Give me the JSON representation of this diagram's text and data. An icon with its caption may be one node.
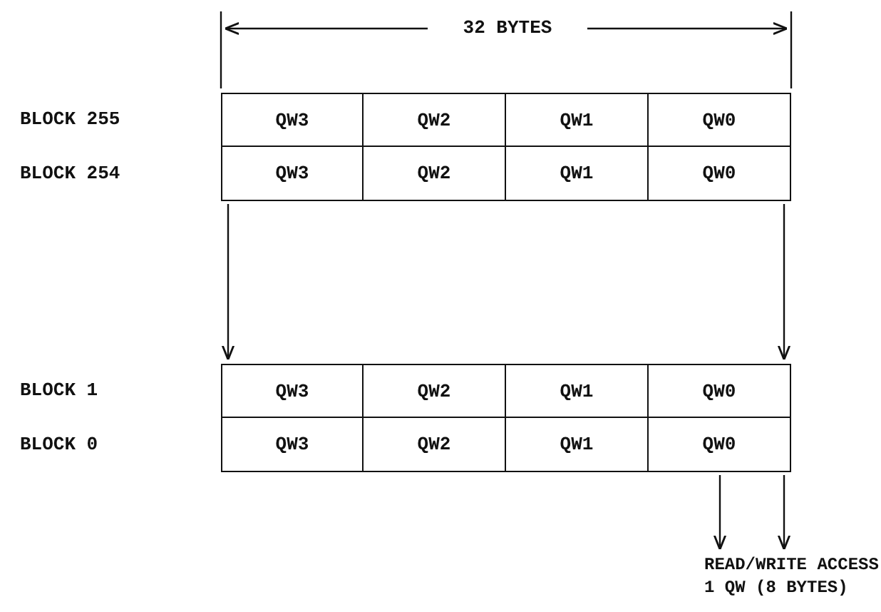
{
  "diagram": {
    "nodes": [
      {
        "text": [
          "BLOCK 255"
        ]
      },
      {
        "text": [
          "QW3"
        ],
        "in": 0
      },
      {
        "text": [
          "QW2"
        ],
        "in": 0
      },
      {
        "text": [
          "QW1"
        ],
        "in": 0
      },
      {
        "text": [
          "QW0"
        ],
        "in": 0
      },
      {
        "text": [
          "BLOCK 254"
        ]
      },
      {
        "text": [
          "QW3"
        ],
        "in": 5
      },
      {
        "text": [
          "QW2"
        ],
        "in": 5
      },
      {
        "text": [
          "QW1"
        ],
        "in": 5
      },
      {
        "text": [
          "QW0"
        ],
        "in": 5
      },
      {
        "text": [
          "BLOCK 1"
        ]
      },
      {
        "text": [
          "QW3"
        ],
        "in": 10
      },
      {
        "text": [
          "QW2"
        ],
        "in": 10
      },
      {
        "text": [
          "QW1"
        ],
        "in": 10
      },
      {
        "text": [
          "QW0"
        ],
        "in": 10
      },
      {
        "text": [
          "BLOCK 0"
        ]
      },
      {
        "text": [
          "QW3"
        ],
        "in": 15
      },
      {
        "text": [
          "QW2"
        ],
        "in": 15
      },
      {
        "text": [
          "QW1"
        ],
        "in": 15
      },
      {
        "text": [
          "QW0"
        ],
        "in": 15
      },
      {
        "text": [
          "READ/WRITE ACCESS 1 QW (8 BYTES)"
        ]
      }
    ],
    "edges": [
      {
        "from": 5,
        "to": 10,
        "arrow": "to"
      },
      {
        "from": 5,
        "to": 10,
        "arrow": "to"
      },
      {
        "from": 19,
        "to": 20,
        "arrow": "to"
      },
      {
        "from": 15,
        "to": 20,
        "arrow": "to"
      }
    ],
    "labels": [
      "32 BYTES"
    ]
  }
}
